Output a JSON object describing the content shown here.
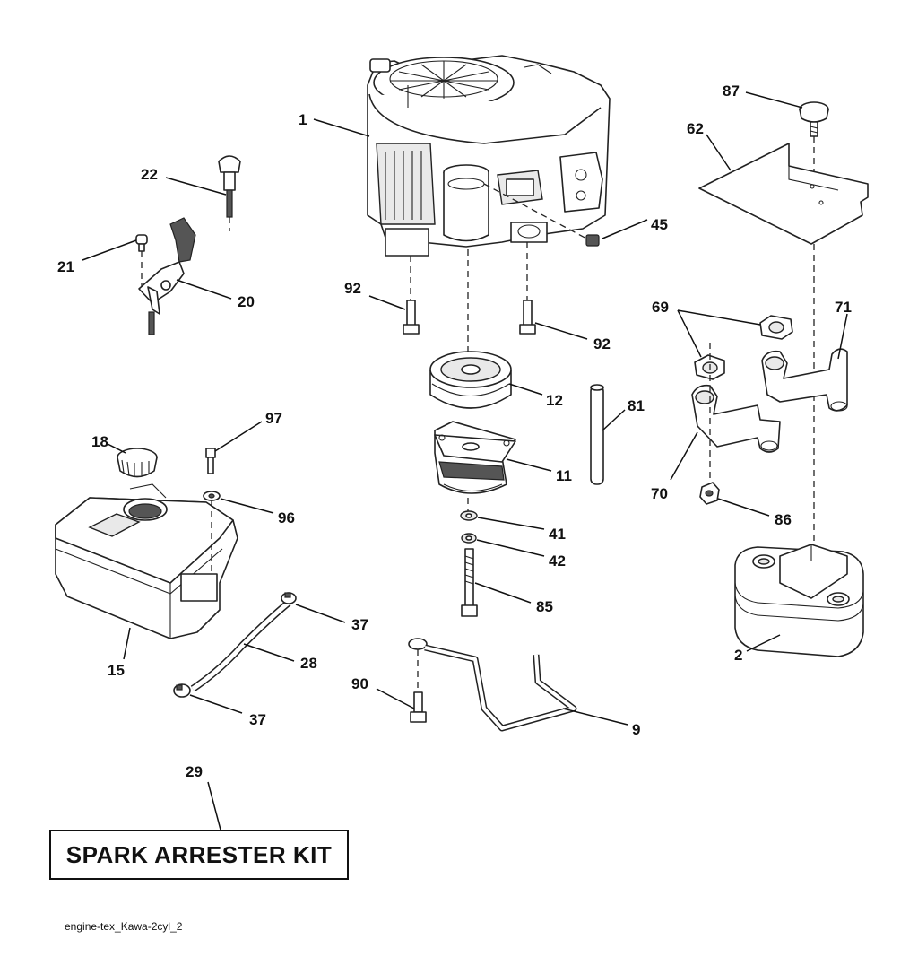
{
  "callouts": {
    "c1": "1",
    "c2": "2",
    "c9": "9",
    "c11": "11",
    "c12": "12",
    "c15": "15",
    "c18": "18",
    "c20": "20",
    "c21": "21",
    "c22": "22",
    "c28": "28",
    "c29": "29",
    "c37a": "37",
    "c37b": "37",
    "c41": "41",
    "c42": "42",
    "c45": "45",
    "c62": "62",
    "c69": "69",
    "c70": "70",
    "c71": "71",
    "c81": "81",
    "c85": "85",
    "c86": "86",
    "c87": "87",
    "c90": "90",
    "c92a": "92",
    "c92b": "92",
    "c96": "96",
    "c97": "97"
  },
  "kit_box": {
    "label": "SPARK ARRESTER KIT"
  },
  "footer": {
    "caption": "engine-tex_Kawa-2cyl_2"
  }
}
